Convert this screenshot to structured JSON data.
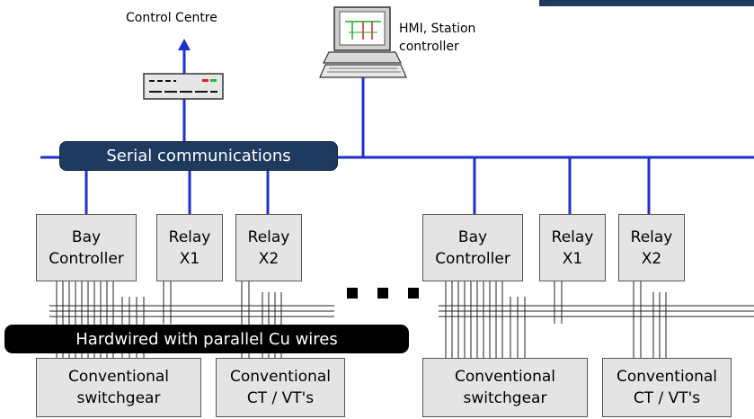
{
  "labels": {
    "control_centre": "Control Centre",
    "hmi": "HMI, Station\ncontroller"
  },
  "bus": {
    "serial": "Serial communications",
    "hardwired": "Hardwired with parallel Cu wires"
  },
  "left_group": {
    "bay_controller": "Bay\nController",
    "relay_x1": "Relay\nX1",
    "relay_x2": "Relay\nX2",
    "switchgear": "Conventional\nswitchgear",
    "ct_vt": "Conventional\nCT / VT's"
  },
  "right_group": {
    "bay_controller": "Bay\nController",
    "relay_x1": "Relay\nX1",
    "relay_x2": "Relay\nX2",
    "switchgear": "Conventional\nswitchgear",
    "ct_vt": "Conventional\nCT / VT's"
  },
  "colors": {
    "network_line": "#1f2fd0",
    "serial_pill": "#1f3a5f",
    "hardwired_pill": "#000000",
    "box_fill": "#e4e4e4"
  }
}
